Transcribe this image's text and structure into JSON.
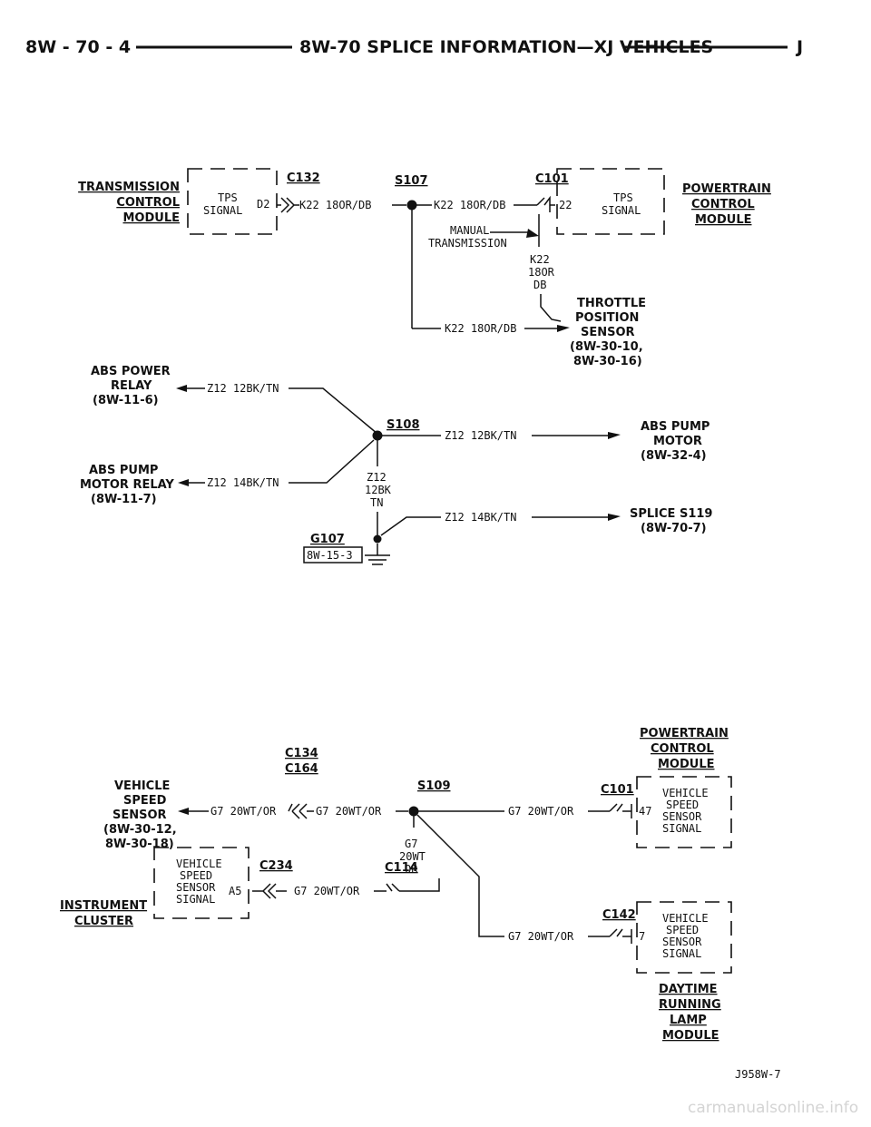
{
  "header": {
    "left": "8W - 70 - 4",
    "title": "8W-70 SPLICE INFORMATION—XJ VEHICLES",
    "right": "J"
  },
  "top": {
    "tcm": [
      "TRANSMISSION",
      "CONTROL",
      "MODULE"
    ],
    "tcm_box": [
      "TPS",
      "SIGNAL"
    ],
    "tcm_pin": "D2",
    "c132": "C132",
    "s107": "S107",
    "c101": "C101",
    "wire_k22": "K22 18OR/DB",
    "pcm_pin": "22",
    "pcm_box": [
      "TPS",
      "SIGNAL"
    ],
    "pcm": [
      "POWERTRAIN",
      "CONTROL",
      "MODULE"
    ],
    "manual": [
      "MANUAL",
      "TRANSMISSION"
    ],
    "vert_wire": [
      "K22",
      "18OR",
      "DB"
    ],
    "tps": [
      "THROTTLE",
      "POSITION",
      "SENSOR",
      "(8W-30-10,",
      "8W-30-16)"
    ]
  },
  "middle": {
    "abs_power_relay": [
      "ABS POWER",
      "RELAY",
      "(8W-11-6)"
    ],
    "wire_12bk": "Z12 12BK/TN",
    "s108": "S108",
    "abs_pump_motor": [
      "ABS PUMP",
      "MOTOR",
      "(8W-32-4)"
    ],
    "abs_pump_relay": [
      "ABS PUMP",
      "MOTOR RELAY",
      "(8W-11-7)"
    ],
    "wire_14bk": "Z12 14BK/TN",
    "vert_wire": [
      "Z12",
      "12BK",
      "TN"
    ],
    "splice_s119": [
      "SPLICE S119",
      "(8W-70-7)"
    ],
    "g107": "G107",
    "g107_ref": "8W-15-3"
  },
  "bottom": {
    "pcm": [
      "POWERTRAIN",
      "CONTROL",
      "MODULE"
    ],
    "vss": [
      "VEHICLE",
      "SPEED",
      "SENSOR",
      "(8W-30-12,",
      "8W-30-18)"
    ],
    "c134": "C134",
    "c164": "C164",
    "s109": "S109",
    "c101": "C101",
    "wire_g7": "G7 20WT/OR",
    "pcm_pin": "47",
    "pcm_box": [
      "VEHICLE",
      "SPEED",
      "SENSOR",
      "SIGNAL"
    ],
    "vert_wire": [
      "G7",
      "20WT",
      "OR"
    ],
    "cluster": [
      "INSTRUMENT",
      "CLUSTER"
    ],
    "cluster_box": [
      "VEHICLE",
      "SPEED",
      "SENSOR",
      "SIGNAL"
    ],
    "cluster_pin": "A5",
    "c234": "C234",
    "c114": "C114",
    "c142": "C142",
    "drl_pin": "7",
    "drl_box": [
      "VEHICLE",
      "SPEED",
      "SENSOR",
      "SIGNAL"
    ],
    "drl": [
      "DAYTIME",
      "RUNNING",
      "LAMP",
      "MODULE"
    ]
  },
  "figure_id": "J958W-7",
  "watermark": "carmanualsonline.info"
}
